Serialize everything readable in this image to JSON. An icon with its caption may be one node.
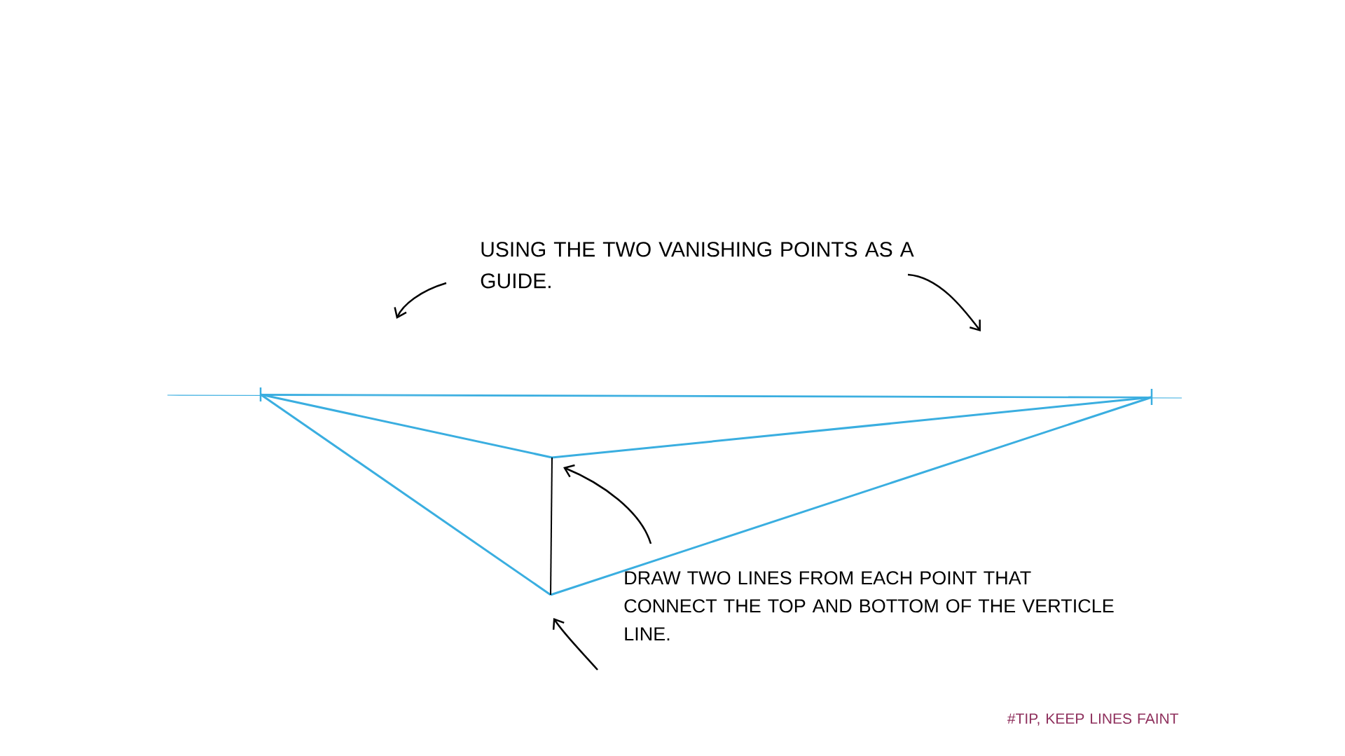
{
  "diagram": {
    "labels": [
      "USING THE TWO VANISHING POINTS AS A GUIDE.",
      "DRAW TWO LINES FROM EACH POINT THAT CONNECT THE TOP AND BOTTOM OF THE VERTICLE LINE.",
      "#TIP, KEEP LINES FAINT"
    ]
  }
}
